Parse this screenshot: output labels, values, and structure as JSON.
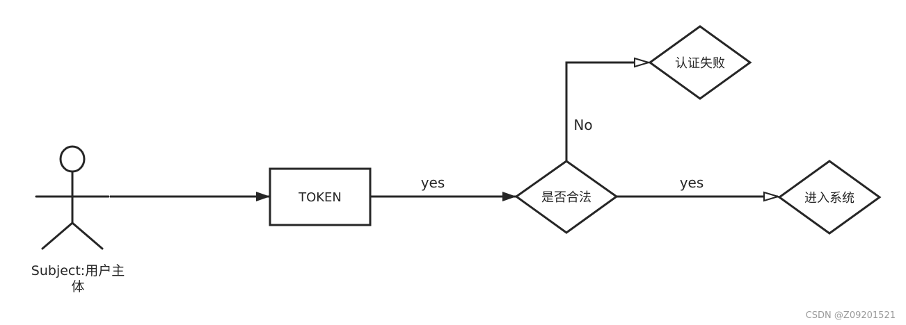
{
  "diagram": {
    "actor": {
      "label_line1": "Subject:用户主",
      "label_line2": "体"
    },
    "nodes": {
      "token": "TOKEN",
      "check": "是否合法",
      "fail": "认证失败",
      "enter": "进入系统"
    },
    "edges": {
      "token_to_check": "yes",
      "check_to_fail": "No",
      "check_to_enter": "yes"
    },
    "colors": {
      "stroke": "#262626",
      "text": "#262626",
      "background": "#ffffff",
      "watermark": "#9a9a9a"
    }
  },
  "watermark": "CSDN @Z09201521"
}
